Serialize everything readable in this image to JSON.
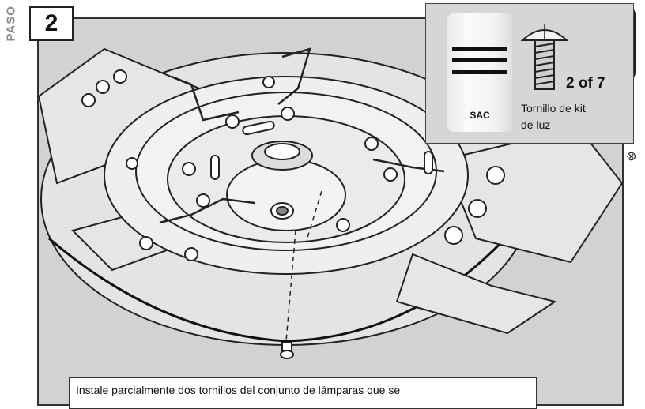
{
  "step": {
    "side_label": "PASO",
    "number": "2"
  },
  "inset": {
    "bag_label": "SAC",
    "quantity": "2 of 7",
    "part_line1": "Tornillo de kit",
    "part_line2": "de luz"
  },
  "caption": "Instale parcialmente dos tornillos del conjunto de lámparas que se",
  "icons": [
    "phillips-screwdriver-icon",
    "phillips-head-icon",
    "hardware-bag-icon",
    "pan-head-screw-icon"
  ]
}
